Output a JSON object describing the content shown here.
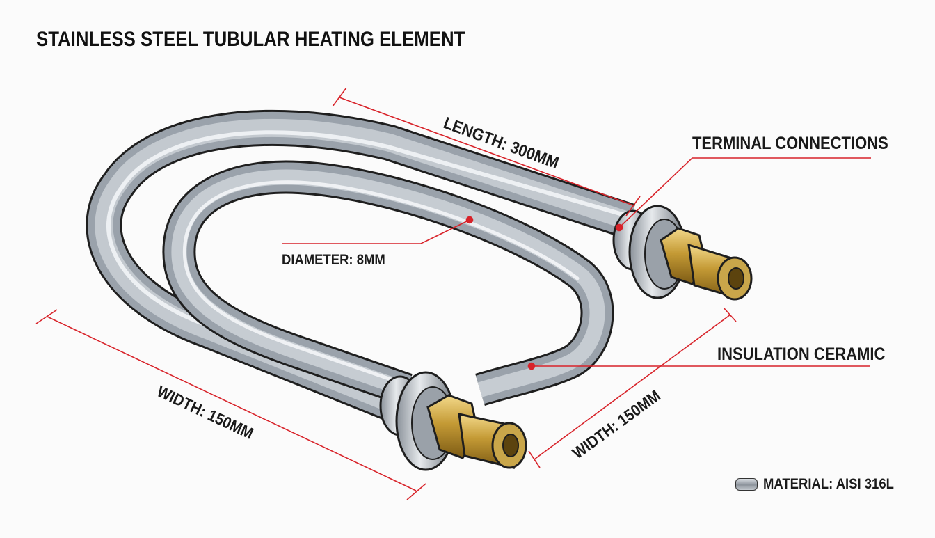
{
  "title": "STAINLESS STEEL TUBULAR HEATING ELEMENT",
  "dimensions": {
    "length": "LENGTH: 300MM",
    "diameter": "DIAMETER: 8MM",
    "width_left": "WIDTH: 150MM",
    "width_right": "WIDTH: 150MM"
  },
  "callouts": {
    "terminal": "TERMINAL CONNECTIONS",
    "insulation": "INSULATION CERAMIC"
  },
  "legend": {
    "material": "MATERIAL: AISI 316L"
  },
  "colors": {
    "dimension_line": "#d8232a",
    "tube_outline": "#1e1e1e",
    "brass": "#b08a2e",
    "steel": "#a9b0b8"
  }
}
